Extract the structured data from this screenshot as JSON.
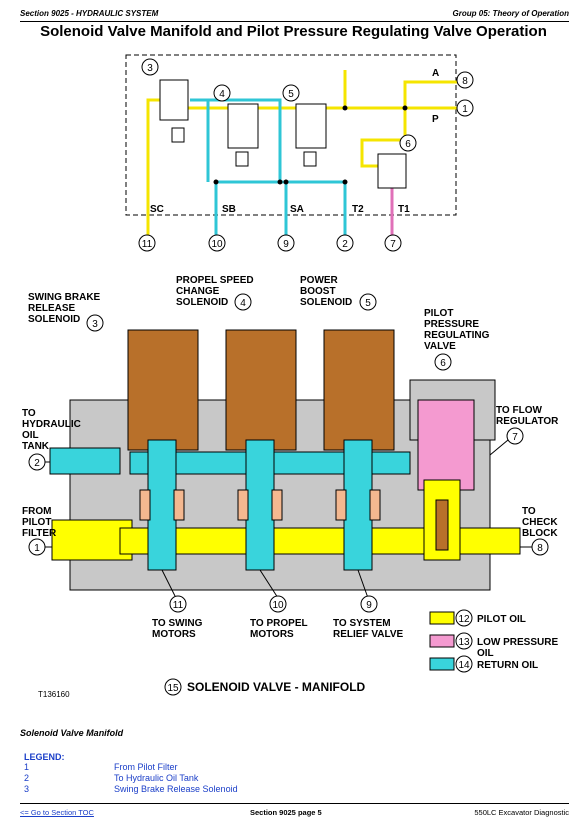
{
  "header": {
    "left": "Section 9025 - HYDRAULIC SYSTEM",
    "right": "Group 05: Theory of Operation"
  },
  "title": "Solenoid Valve Manifold and Pilot Pressure Regulating Valve Operation",
  "schematic": {
    "port_labels": [
      "SC",
      "SB",
      "SA",
      "T2",
      "T1",
      "A",
      "P"
    ],
    "callouts": [
      "1",
      "2",
      "3",
      "4",
      "5",
      "6",
      "7",
      "8",
      "9",
      "10",
      "11"
    ]
  },
  "cutaway": {
    "labels": {
      "swing_brake": [
        "SWING BRAKE",
        "RELEASE",
        "SOLENOID"
      ],
      "propel_speed": [
        "PROPEL SPEED",
        "CHANGE",
        "SOLENOID"
      ],
      "power_boost": [
        "POWER",
        "BOOST",
        "SOLENOID"
      ],
      "pilot_reg": [
        "PILOT",
        "PRESSURE",
        "REGULATING",
        "VALVE"
      ],
      "to_tank": [
        "TO",
        "HYDRAULIC",
        "OIL",
        "TANK"
      ],
      "to_flow": [
        "TO FLOW",
        "REGULATOR"
      ],
      "from_pilot": [
        "FROM",
        "PILOT",
        "FILTER"
      ],
      "to_check": [
        "TO",
        "CHECK",
        "BLOCK"
      ],
      "to_swing": [
        "TO SWING",
        "MOTORS"
      ],
      "to_propel": [
        "TO PROPEL",
        "MOTORS"
      ],
      "to_relief": [
        "TO SYSTEM",
        "RELIEF VALVE"
      ]
    },
    "key": [
      {
        "num": "12",
        "text": "PILOT OIL",
        "color": "#ffff00"
      },
      {
        "num": "13",
        "text": "LOW PRESSURE",
        "text2": "OIL",
        "color": "#f49ad0"
      },
      {
        "num": "14",
        "text": "RETURN OIL",
        "color": "#39d4dc"
      }
    ],
    "figure_num": "15",
    "figure_title": "SOLENOID VALVE - MANIFOLD",
    "image_id": "T136160"
  },
  "caption": "Solenoid Valve Manifold",
  "legend": {
    "heading": "LEGEND:",
    "items": [
      {
        "num": "1",
        "text": "From Pilot Filter"
      },
      {
        "num": "2",
        "text": "To Hydraulic Oil Tank"
      },
      {
        "num": "3",
        "text": "Swing Brake Release Solenoid"
      }
    ]
  },
  "footer": {
    "left": "<= Go to Section TOC",
    "center": "Section 9025 page 5",
    "right": "550LC Excavator Diagnostic"
  },
  "colors": {
    "pilot": "#ffff00",
    "low": "#f49ad0",
    "return": "#39d4dc",
    "solenoid": "#b8702a",
    "body": "#c8c8c8"
  }
}
